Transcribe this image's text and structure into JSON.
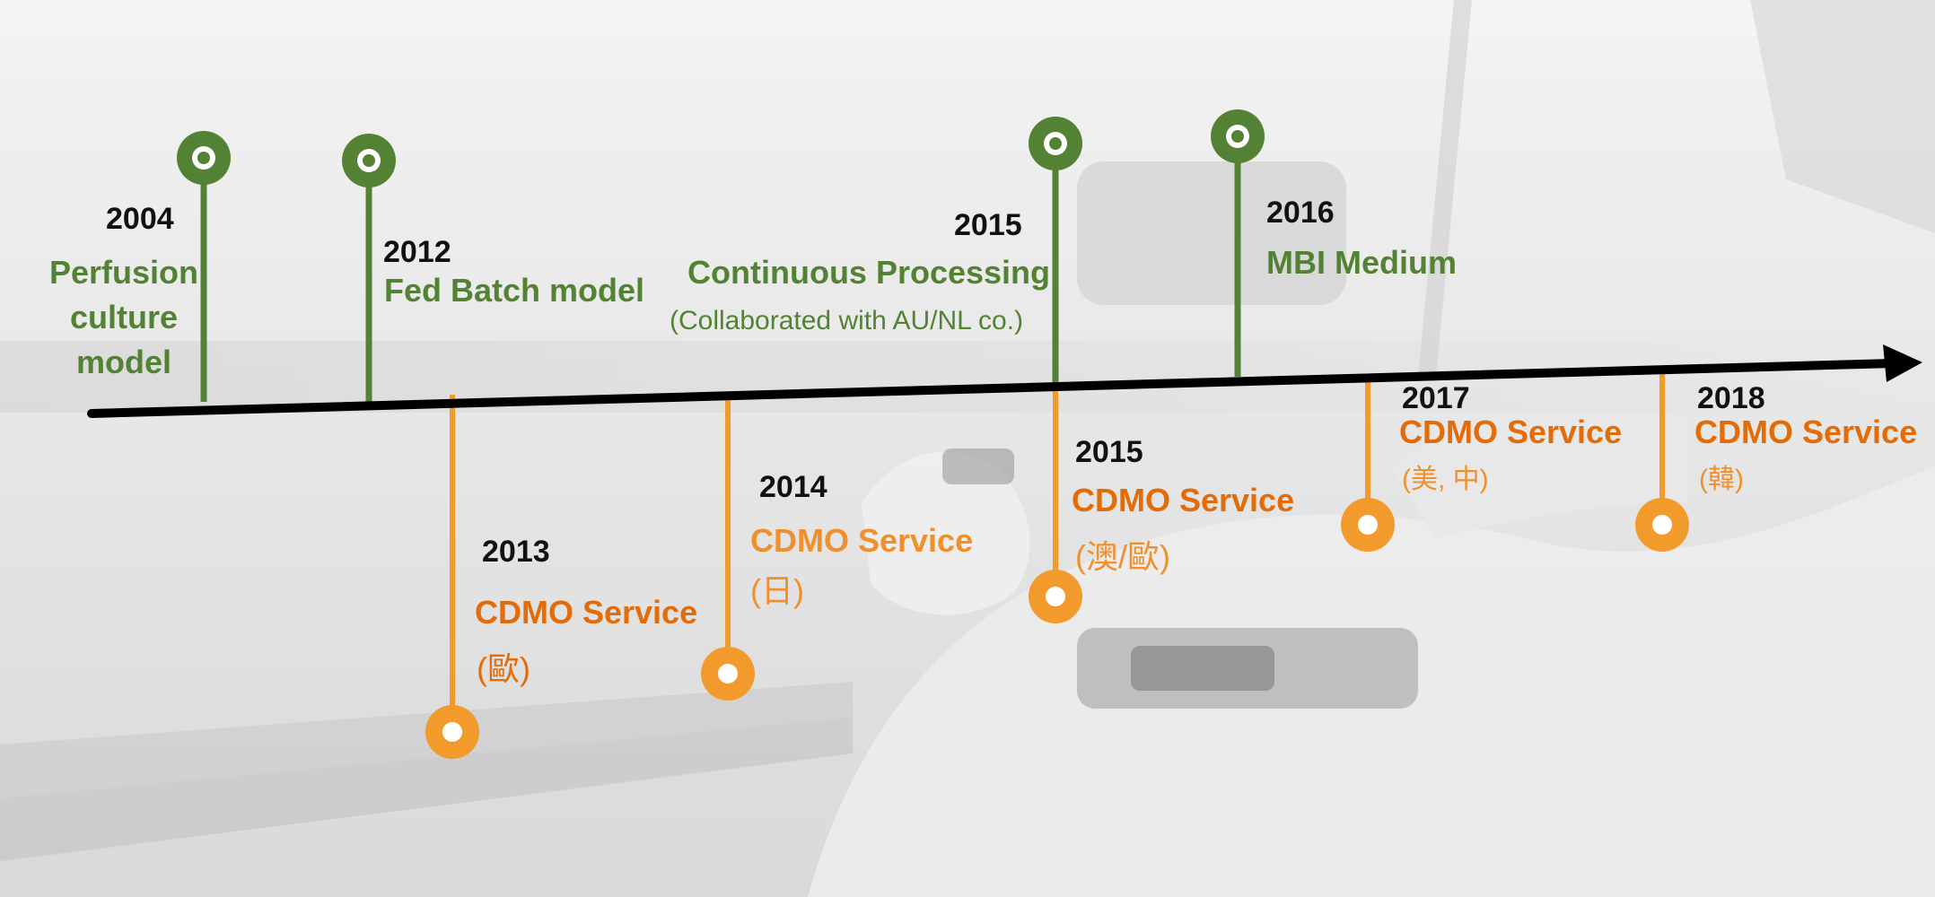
{
  "colors": {
    "green": "#548235",
    "orange": "#f39a2c",
    "orange_text": "#e36c09",
    "axis": "#000000"
  },
  "events": [
    {
      "id": "e2004",
      "year": "2004",
      "title": "Perfusion culture model",
      "title_lines": [
        "Perfusion",
        "culture",
        "model"
      ],
      "side": "above",
      "color": "green"
    },
    {
      "id": "e2012",
      "year": "2012",
      "title": "Fed Batch model",
      "side": "above",
      "color": "green"
    },
    {
      "id": "e2015a",
      "year": "2015",
      "title": "Continuous Processing",
      "note": "(Collaborated with AU/NL co.)",
      "side": "above",
      "color": "green"
    },
    {
      "id": "e2016",
      "year": "2016",
      "title": "MBI Medium",
      "side": "above",
      "color": "green"
    },
    {
      "id": "e2013",
      "year": "2013",
      "title": "CDMO Service",
      "note": "(歐)",
      "side": "below",
      "color": "orange"
    },
    {
      "id": "e2014",
      "year": "2014",
      "title": "CDMO Service",
      "note": "(日)",
      "side": "below",
      "color": "orange"
    },
    {
      "id": "e2015b",
      "year": "2015",
      "title": "CDMO Service",
      "note": "(澳/歐)",
      "side": "below",
      "color": "orange"
    },
    {
      "id": "e2017",
      "year": "2017",
      "title": "CDMO Service",
      "note": "(美, 中)",
      "side": "below",
      "color": "orange"
    },
    {
      "id": "e2018",
      "year": "2018",
      "title": "CDMO Service",
      "note": "(韓)",
      "side": "below",
      "color": "orange"
    }
  ]
}
